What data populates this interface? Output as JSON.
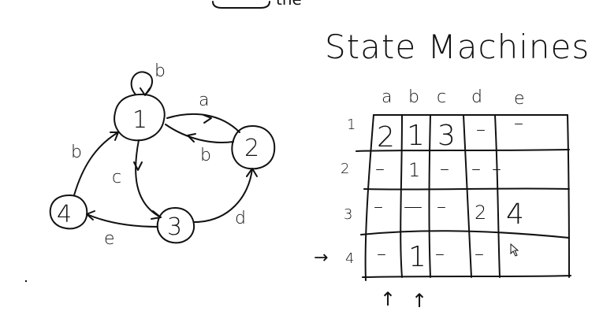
{
  "page_title": "State Machines",
  "partial_top_text": "the",
  "diagram": {
    "nodes": [
      {
        "id": "1",
        "label": "1"
      },
      {
        "id": "2",
        "label": "2"
      },
      {
        "id": "3",
        "label": "3"
      },
      {
        "id": "4",
        "label": "4"
      }
    ],
    "edges": [
      {
        "from": "1",
        "to": "1",
        "label": "b"
      },
      {
        "from": "1",
        "to": "2",
        "label": "a"
      },
      {
        "from": "2",
        "to": "1",
        "label": "b"
      },
      {
        "from": "1",
        "to": "3",
        "label": "c"
      },
      {
        "from": "3",
        "to": "2",
        "label": "d"
      },
      {
        "from": "3",
        "to": "4",
        "label": "e"
      },
      {
        "from": "4",
        "to": "1",
        "label": "b"
      }
    ]
  },
  "transition_table": {
    "columns": [
      "a",
      "b",
      "c",
      "d",
      "e"
    ],
    "rows": [
      {
        "state": "1",
        "cells": [
          "2",
          "1",
          "3",
          "–",
          "–"
        ]
      },
      {
        "state": "2",
        "cells": [
          "–",
          "1",
          "–",
          "–",
          "–"
        ]
      },
      {
        "state": "3",
        "cells": [
          "–",
          "—",
          "–",
          "2",
          "4"
        ]
      },
      {
        "state": "4",
        "cells": [
          "–",
          "1",
          "–",
          "–",
          ""
        ]
      }
    ],
    "row_pointer": "→",
    "column_pointer": "↑"
  },
  "colors": {
    "ink": "#111111",
    "background": "#ffffff"
  }
}
